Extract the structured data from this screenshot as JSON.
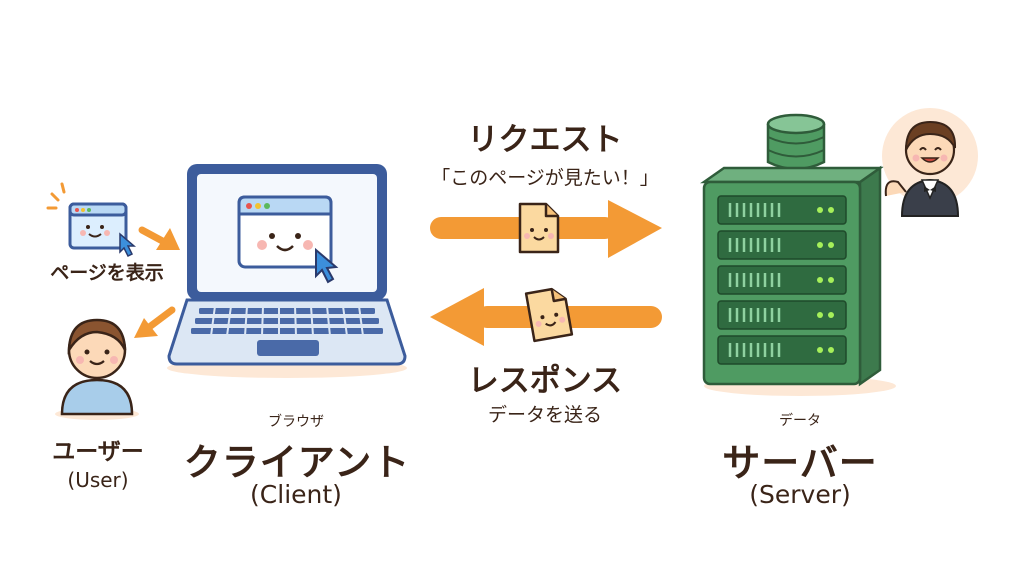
{
  "user": {
    "action_label": "ページを表示",
    "label": "ユーザー",
    "label_en": "(User)"
  },
  "client": {
    "sub_label": "ブラウザ",
    "label": "クライアント",
    "label_en": "(Client)"
  },
  "request": {
    "title": "リクエスト",
    "subtitle": "「このページが見たい！」"
  },
  "response": {
    "title": "レスポンス",
    "subtitle": "データを送る"
  },
  "server": {
    "sub_label": "データ",
    "label": "サーバー",
    "label_en": "(Server)"
  },
  "colors": {
    "arrow": "#f39a35",
    "laptop_frame": "#3c5c9c",
    "server_green": "#4f9b62",
    "text": "#3a2418"
  }
}
